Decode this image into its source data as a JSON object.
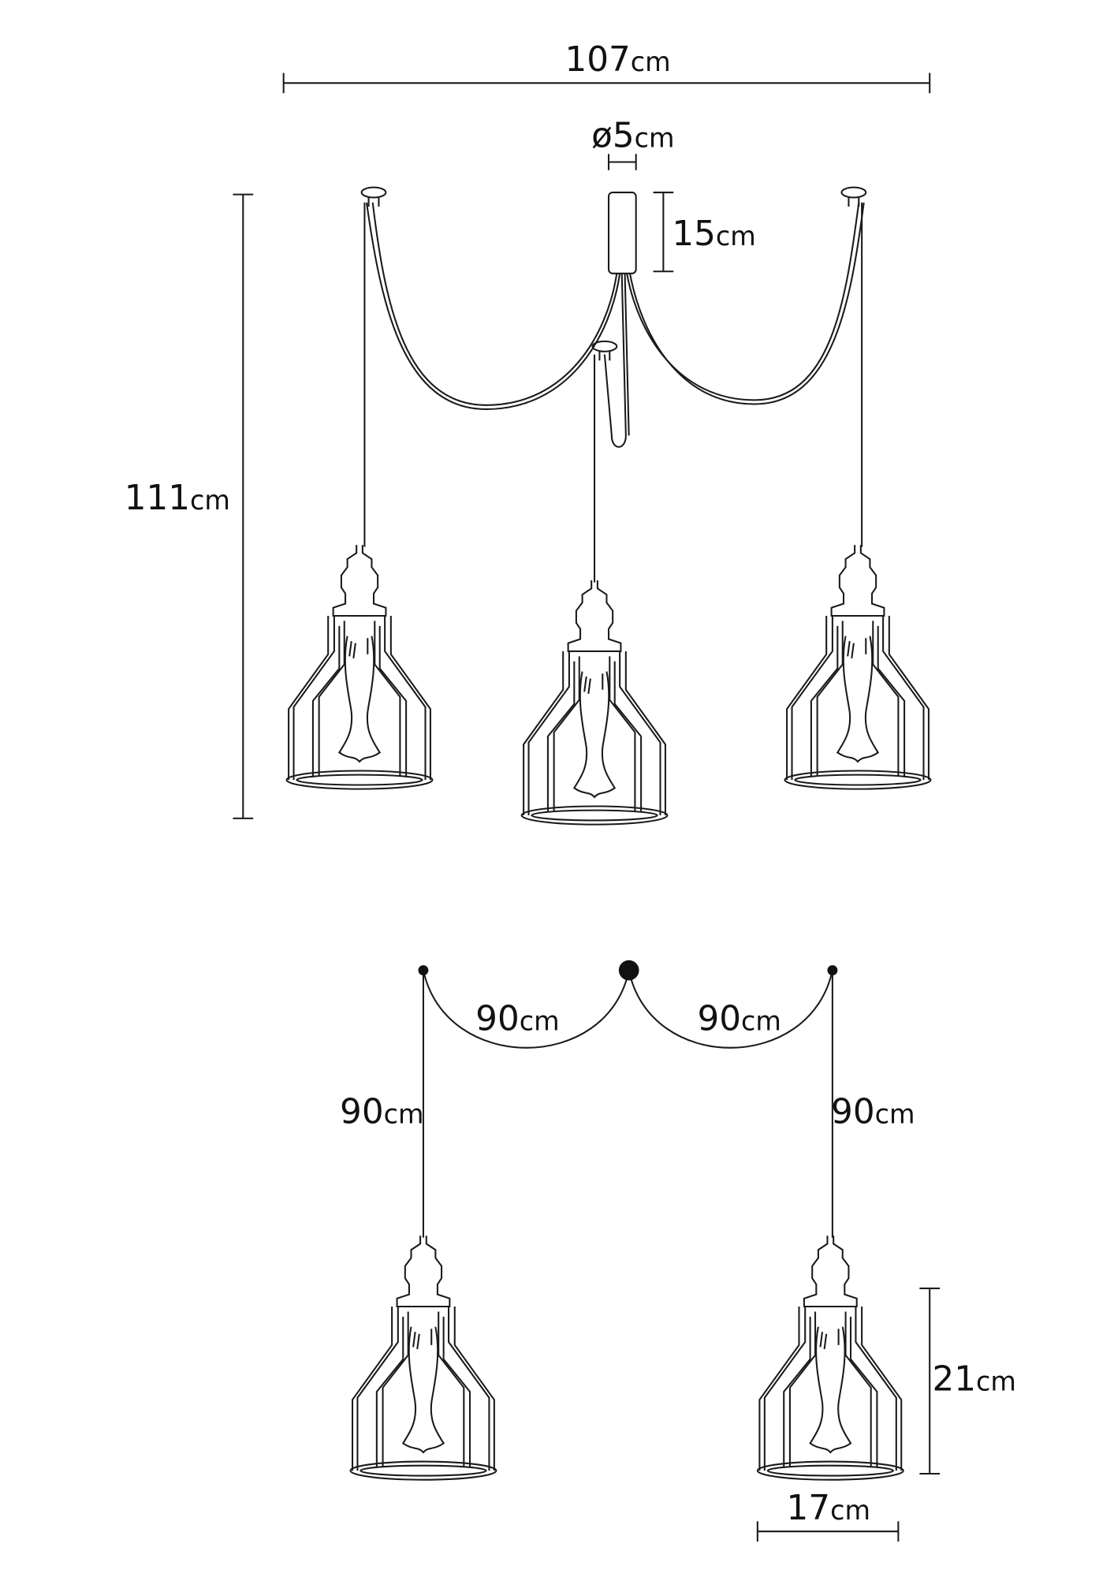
{
  "dimensions": {
    "total_width": {
      "value": "107",
      "unit": "cm"
    },
    "canopy_diameter": {
      "value": "ø5",
      "unit": "cm"
    },
    "canopy_height": {
      "value": "15",
      "unit": "cm"
    },
    "total_height": {
      "value": "111",
      "unit": "cm"
    },
    "cable_left_arc": {
      "value": "90",
      "unit": "cm"
    },
    "cable_right_arc": {
      "value": "90",
      "unit": "cm"
    },
    "cable_left_drop": {
      "value": "90",
      "unit": "cm"
    },
    "cable_right_drop": {
      "value": "90",
      "unit": "cm"
    },
    "shade_height": {
      "value": "21",
      "unit": "cm"
    },
    "shade_width": {
      "value": "17",
      "unit": "cm"
    }
  },
  "colors": {
    "line": "#1a1a1a",
    "background": "#ffffff"
  }
}
